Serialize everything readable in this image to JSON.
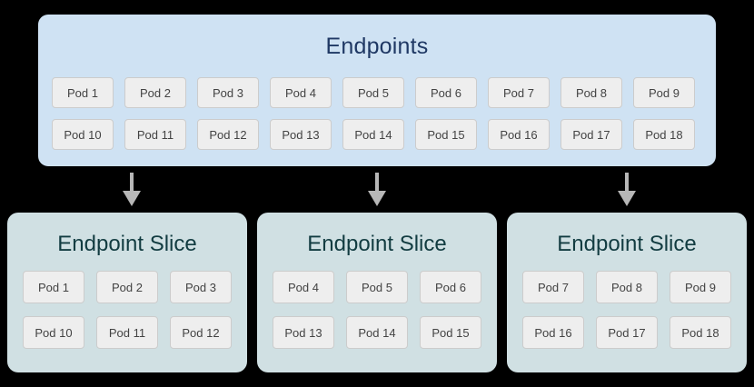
{
  "colors": {
    "page_background": "#000000",
    "endpoints_fill": "#cfe2f3",
    "endpoints_title": "#1f3864",
    "slice_fill": "#d0e0e3",
    "slice_title": "#123c41",
    "pod_fill": "#eeeeee",
    "pod_border": "#cccccc",
    "pod_text": "#434343",
    "arrow": "#b7b7b7"
  },
  "endpoints": {
    "title": "Endpoints",
    "rows": [
      [
        "Pod 1",
        "Pod 2",
        "Pod 3",
        "Pod 4",
        "Pod 5",
        "Pod 6",
        "Pod 7",
        "Pod 8",
        "Pod 9"
      ],
      [
        "Pod 10",
        "Pod 11",
        "Pod 12",
        "Pod 13",
        "Pod 14",
        "Pod 15",
        "Pod 16",
        "Pod 17",
        "Pod 18"
      ]
    ]
  },
  "arrows": [
    {
      "name": "arrow-to-slice-1"
    },
    {
      "name": "arrow-to-slice-2"
    },
    {
      "name": "arrow-to-slice-3"
    }
  ],
  "slices": [
    {
      "title": "Endpoint Slice",
      "rows": [
        [
          "Pod 1",
          "Pod 2",
          "Pod 3"
        ],
        [
          "Pod 10",
          "Pod 11",
          "Pod 12"
        ]
      ]
    },
    {
      "title": "Endpoint Slice",
      "rows": [
        [
          "Pod 4",
          "Pod 5",
          "Pod 6"
        ],
        [
          "Pod 13",
          "Pod 14",
          "Pod 15"
        ]
      ]
    },
    {
      "title": "Endpoint Slice",
      "rows": [
        [
          "Pod 7",
          "Pod 8",
          "Pod 9"
        ],
        [
          "Pod 16",
          "Pod 17",
          "Pod 18"
        ]
      ]
    }
  ]
}
